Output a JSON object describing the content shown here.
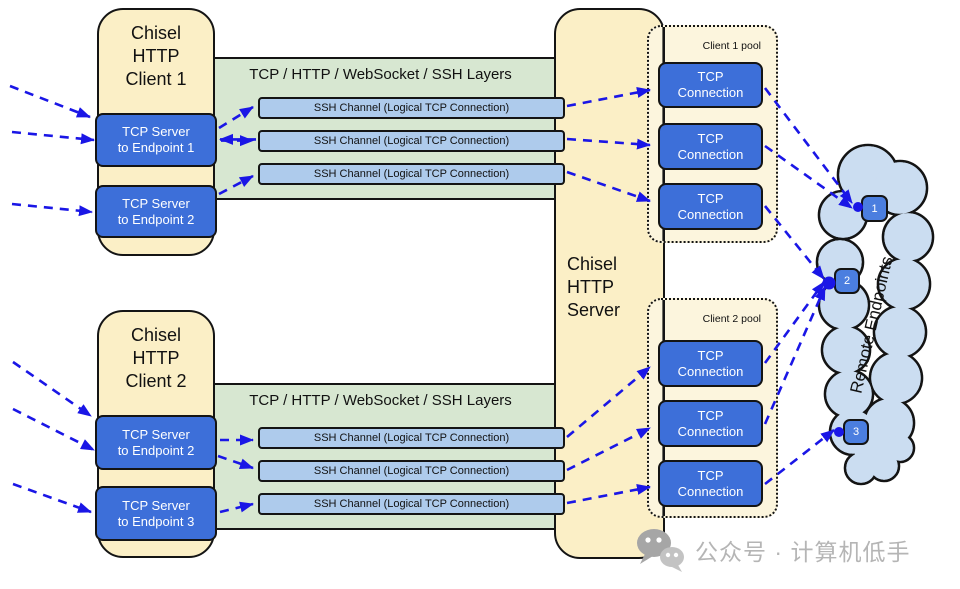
{
  "colors": {
    "cream": "#fbefc6",
    "band_green": "#d7e7d1",
    "channel_blue": "#aecbec",
    "box_blue": "#3d6fd9",
    "endpoint_blue": "#4b7edf",
    "cloud_blue": "#cbddf1",
    "arrow_blue": "#1a16e6"
  },
  "clients": [
    {
      "title": "Chisel\nHTTP\nClient 1",
      "tcp_servers": [
        "TCP Server\nto Endpoint 1",
        "TCP Server\nto Endpoint 2"
      ],
      "layers_label": "TCP / HTTP / WebSocket / SSH Layers",
      "ssh_channels": [
        "SSH Channel (Logical TCP Connection)",
        "SSH Channel (Logical TCP Connection)",
        "SSH Channel (Logical TCP Connection)"
      ]
    },
    {
      "title": "Chisel\nHTTP\nClient 2",
      "tcp_servers": [
        "TCP Server\nto Endpoint 2",
        "TCP Server\nto Endpoint 3"
      ],
      "layers_label": "TCP / HTTP / WebSocket / SSH Layers",
      "ssh_channels": [
        "SSH Channel (Logical TCP Connection)",
        "SSH Channel (Logical TCP Connection)",
        "SSH Channel (Logical TCP Connection)"
      ]
    }
  ],
  "server": {
    "title": "Chisel\nHTTP\nServer"
  },
  "pools": [
    {
      "label": "Client 1 pool",
      "connections": [
        "TCP\nConnection",
        "TCP\nConnection",
        "TCP\nConnection"
      ]
    },
    {
      "label": "Client 2 pool",
      "connections": [
        "TCP\nConnection",
        "TCP\nConnection",
        "TCP\nConnection"
      ]
    }
  ],
  "cloud": {
    "label": "Remote Endpoints",
    "endpoints": [
      "1",
      "2",
      "3"
    ]
  },
  "watermark": {
    "text": "公众号 · 计算机低手",
    "icon": "wechat-icon"
  }
}
